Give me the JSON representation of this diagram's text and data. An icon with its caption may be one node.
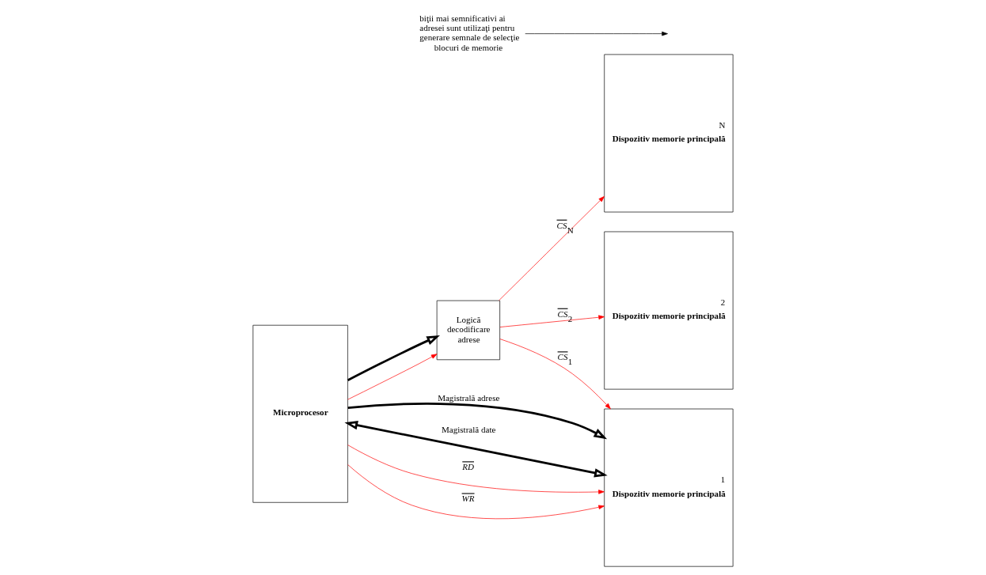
{
  "diagram": {
    "nodes": [
      {
        "text": [
          "Logică decodificare adrese"
        ]
      },
      {
        "text": [
          "Microprocesor"
        ]
      },
      {
        "text": [
          "N",
          "Dispozitiv memorie principală"
        ]
      },
      {
        "text": [
          "2",
          "Dispozitiv memorie principală"
        ]
      },
      {
        "text": [
          "1",
          "Dispozitiv memorie principală"
        ]
      },
      {
        "text": [
          "biţii mai semnificativi ai adresei sunt utilizaţi pentru generare semnale de selecţie blocuri de memorie"
        ]
      }
    ],
    "edges": [
      {
        "from": 1,
        "to": 0,
        "arrow": "to",
        "color": "#ff0000"
      },
      {
        "from": 0,
        "to": 2,
        "arrow": "to",
        "label": "CS$_{N}$",
        "color": "#ff0000"
      },
      {
        "from": 0,
        "to": 3,
        "arrow": "to",
        "label": "CS$_{2}$",
        "color": "#ff0000"
      },
      {
        "from": 0,
        "to": 4,
        "arrow": "to",
        "label": "CS$_{1}$",
        "color": "#ff0000"
      },
      {
        "from": 1,
        "to": 0,
        "arrow": "to",
        "style": "thick",
        "color": "#000000"
      },
      {
        "from": 1,
        "to": 4,
        "arrow": "to",
        "label": "Magistrală adrese",
        "style": "thick",
        "color": "#000000"
      },
      {
        "from": 1,
        "to": 4,
        "arrow": "both",
        "label": "Magistrală date",
        "style": "thick",
        "color": "#000000"
      },
      {
        "from": 1,
        "to": 4,
        "arrow": "to",
        "label": "RD",
        "color": "#ff0000"
      },
      {
        "from": 1,
        "to": 4,
        "arrow": "to",
        "label": "WR",
        "color": "#ff0000"
      },
      {
        "from": 5,
        "to": null,
        "arrow": "to",
        "color": "#000000"
      }
    ]
  }
}
